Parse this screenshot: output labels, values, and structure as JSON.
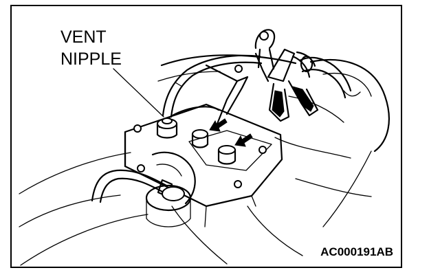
{
  "callout": {
    "line1": "VENT",
    "line2": "NIPPLE"
  },
  "figure_code": "AC000191AB",
  "colors": {
    "ink": "#000000",
    "paper": "#ffffff"
  }
}
